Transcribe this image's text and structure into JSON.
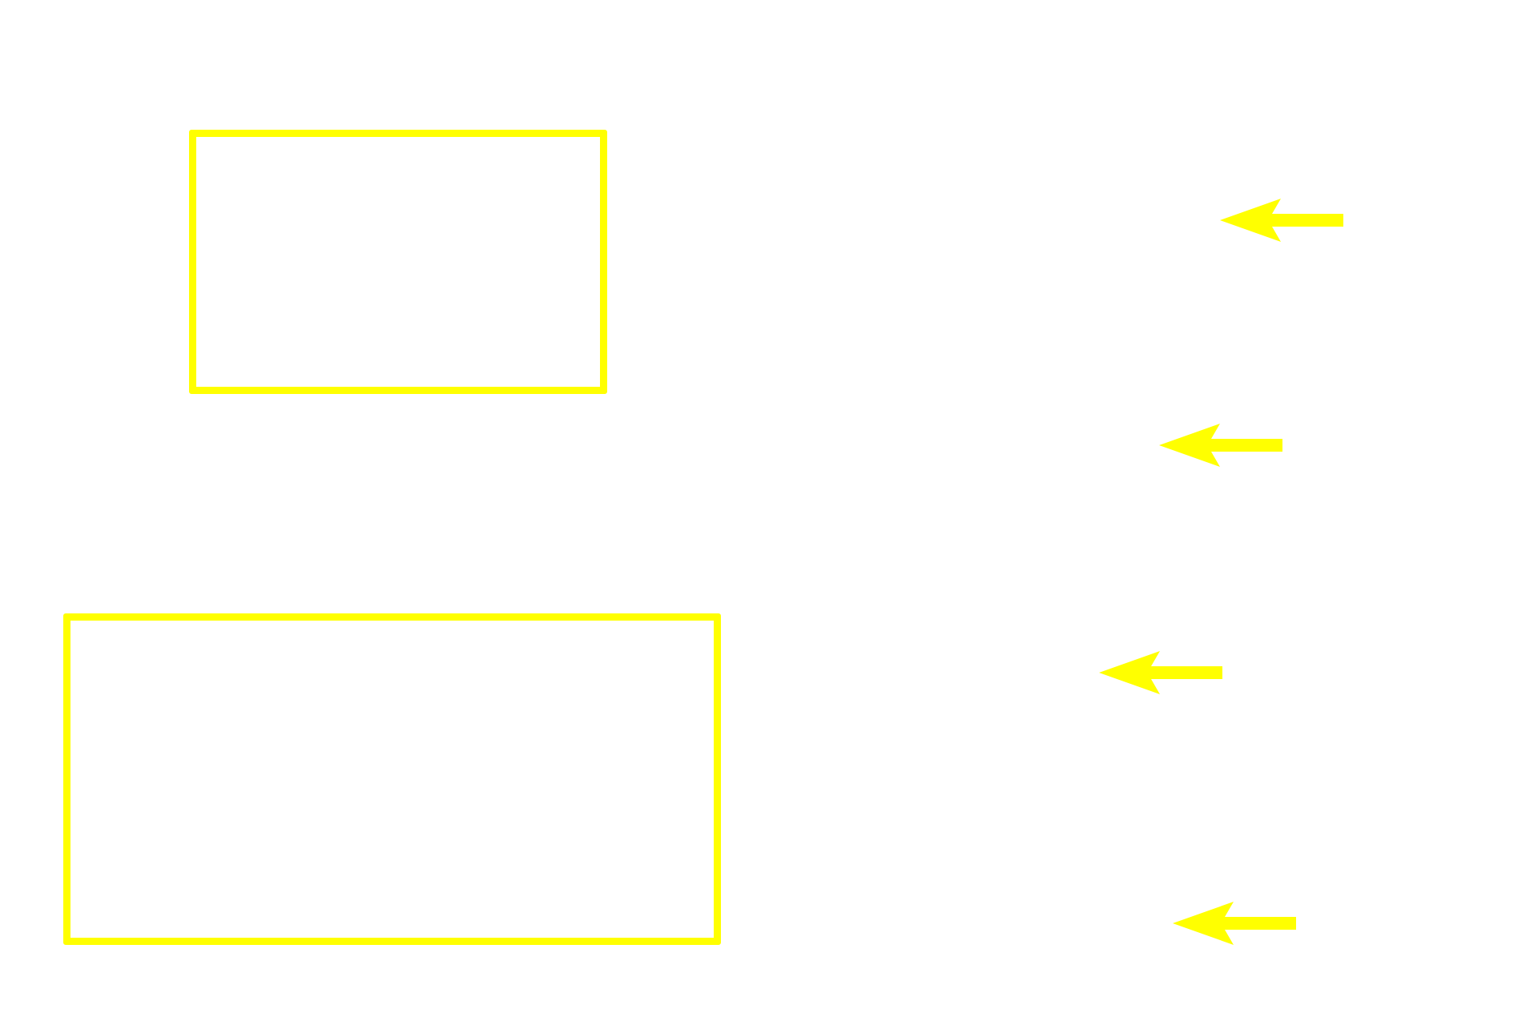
{
  "annotation_color": "#ffff00",
  "background_color": "#ffffff",
  "annotations": {
    "boxes": [
      {
        "label": "",
        "shape": "rectangle-outline"
      },
      {
        "label": "",
        "shape": "rectangle-outline"
      }
    ],
    "arrows": [
      {
        "direction": "left",
        "icon": "arrow-left-icon"
      },
      {
        "direction": "left",
        "icon": "arrow-left-icon"
      },
      {
        "direction": "left",
        "icon": "arrow-left-icon"
      },
      {
        "direction": "left",
        "icon": "arrow-left-icon"
      }
    ]
  }
}
